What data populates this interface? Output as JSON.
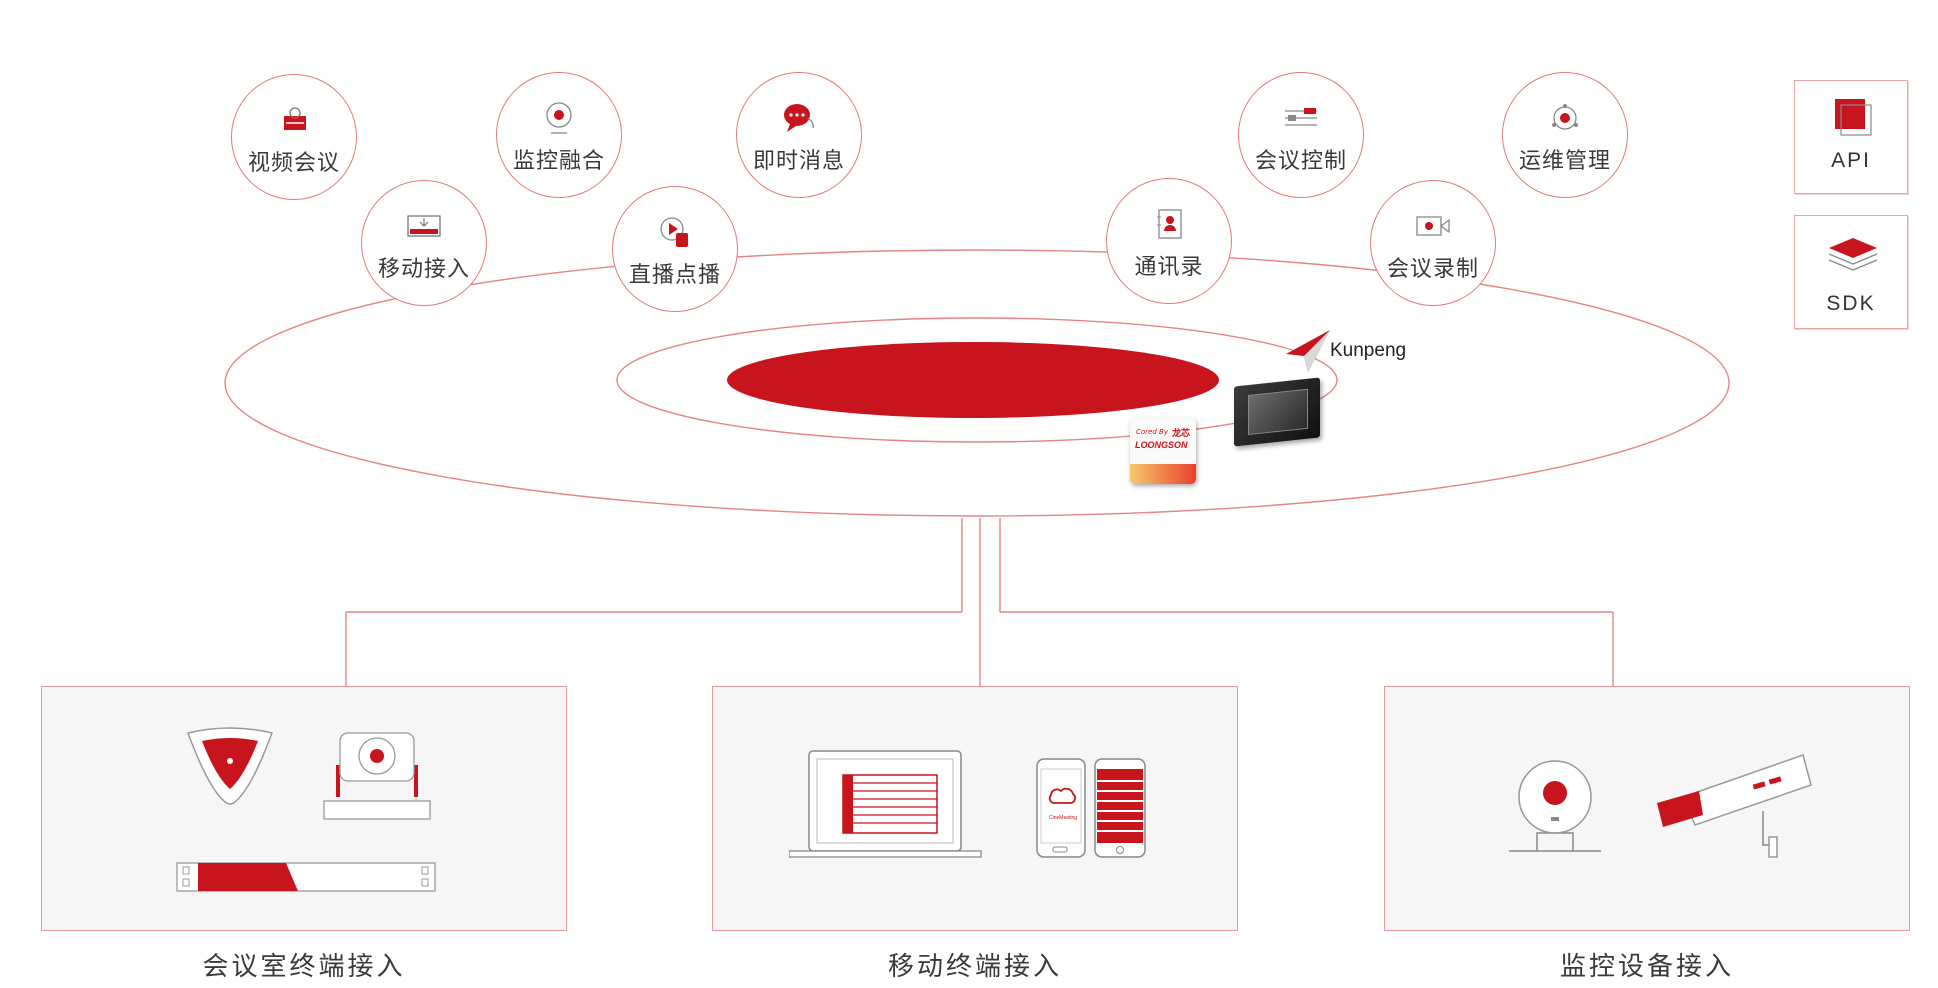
{
  "features_left": [
    {
      "id": "video-conference",
      "label": "视频会议",
      "icon": "video-conference-icon"
    },
    {
      "id": "monitor-fusion",
      "label": "监控融合",
      "icon": "monitor-fusion-icon"
    },
    {
      "id": "instant-message",
      "label": "即时消息",
      "icon": "chat-bubble-icon"
    },
    {
      "id": "mobile-access",
      "label": "移动接入",
      "icon": "mobile-access-icon"
    },
    {
      "id": "live-vod",
      "label": "直播点播",
      "icon": "live-play-icon"
    }
  ],
  "features_right": [
    {
      "id": "meeting-control",
      "label": "会议控制",
      "icon": "sliders-icon"
    },
    {
      "id": "ops-management",
      "label": "运维管理",
      "icon": "ops-gear-icon"
    },
    {
      "id": "address-book",
      "label": "通讯录",
      "icon": "address-book-icon"
    },
    {
      "id": "meeting-record",
      "label": "会议录制",
      "icon": "video-record-icon"
    }
  ],
  "side_boxes": [
    {
      "id": "api",
      "label": "API",
      "icon": "api-square-icon"
    },
    {
      "id": "sdk",
      "label": "SDK",
      "icon": "sdk-layers-icon"
    }
  ],
  "platform": {
    "kunpeng_label": "Kunpeng",
    "loongson_brand": "LOONGSON",
    "loongson_small": "Cored By",
    "loongson_cn": "龙芯"
  },
  "panels": [
    {
      "id": "meeting-room",
      "title": "会议室终端接入"
    },
    {
      "id": "mobile",
      "title": "移动终端接入",
      "app_name": "CineMeeting"
    },
    {
      "id": "monitor",
      "title": "监控设备接入"
    }
  ],
  "colors": {
    "accent": "#c8141c",
    "line": "#e07a7a",
    "panel_bg": "#f6f6f6"
  }
}
